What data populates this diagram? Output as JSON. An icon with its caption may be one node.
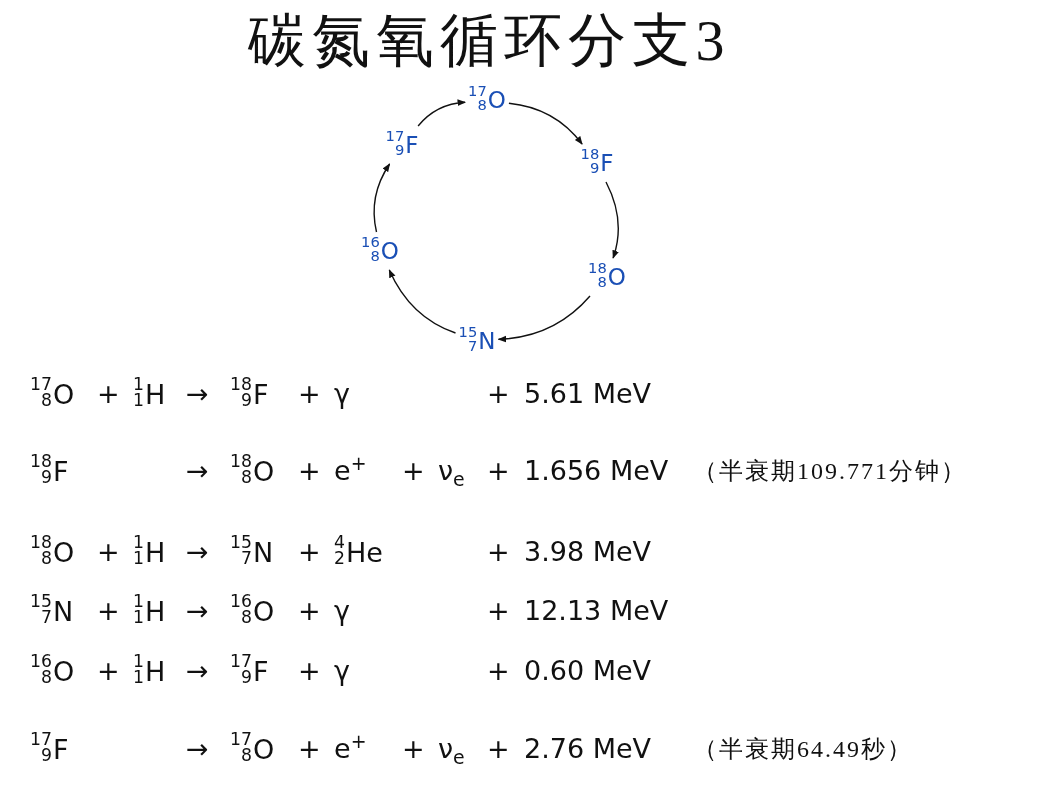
{
  "diagram": {
    "title": "碳氮氧循环分支3",
    "nodes": [
      {
        "text": [
          "$^{17}$$_{8}$O"
        ]
      },
      {
        "text": [
          "$^{18}$$_{9}$F"
        ]
      },
      {
        "text": [
          "$^{18}$$_{8}$O"
        ]
      },
      {
        "text": [
          "$^{15}$$_{7}$N"
        ]
      },
      {
        "text": [
          "$^{16}$$_{8}$O"
        ]
      },
      {
        "text": [
          "$^{17}$$_{9}$F"
        ]
      }
    ],
    "edges": [
      {
        "from": 0,
        "to": 1,
        "arrow": "to"
      },
      {
        "from": 1,
        "to": 2,
        "arrow": "to"
      },
      {
        "from": 2,
        "to": 3,
        "arrow": "to"
      },
      {
        "from": 3,
        "to": 4,
        "arrow": "to"
      },
      {
        "from": 4,
        "to": 5,
        "arrow": "to"
      },
      {
        "from": 5,
        "to": 0,
        "arrow": "to"
      }
    ],
    "labels": [
      "$^{17}$$_{8}$O",
      "+",
      "$^{1}$$_{1}$H",
      "→",
      "$^{18}$$_{9}$F",
      "+",
      "γ",
      "+",
      "5.61 MeV",
      "$^{18}$$_{9}$F",
      "→",
      "$^{18}$$_{8}$O",
      "+",
      "e$^{+}$",
      "+",
      "ν$_{e}$",
      "+",
      "1.656 MeV",
      "（半衰期109.771分钟）",
      "$^{18}$$_{8}$O",
      "+",
      "$^{1}$$_{1}$H",
      "→",
      "$^{15}$$_{7}$N",
      "+",
      "$^{4}$$_{2}$He",
      "+",
      "3.98 MeV",
      "$^{15}$$_{7}$N",
      "+",
      "$^{1}$$_{1}$H",
      "→",
      "$^{16}$$_{8}$O",
      "+",
      "γ",
      "+",
      "12.13 MeV",
      "$^{16}$$_{8}$O",
      "+",
      "$^{1}$$_{1}$H",
      "→",
      "$^{17}$$_{9}$F",
      "+",
      "γ",
      "+",
      "0.60 MeV",
      "$^{17}$$_{9}$F",
      "→",
      "$^{17}$$_{8}$O",
      "+",
      "e$^{+}$",
      "+",
      "ν$_{e}$",
      "+",
      "2.76 MeV",
      "（半衰期64.49秒）"
    ]
  }
}
